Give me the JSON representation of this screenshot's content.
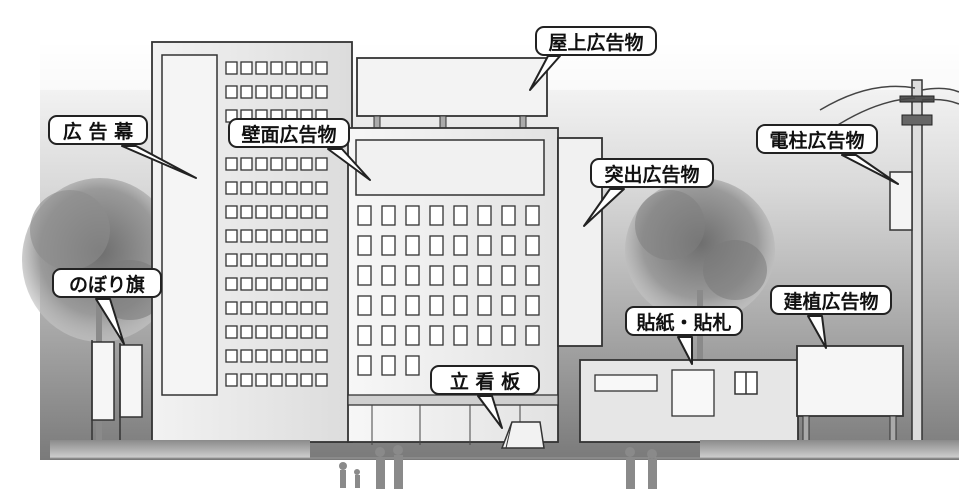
{
  "labels": {
    "okujo": "屋上広告物",
    "kokokumaku": "広 告 幕",
    "hekimen": "壁面広告物",
    "denchu": "電柱広告物",
    "toshutsu": "突出広告物",
    "nobori": "のぼり旗",
    "harigami": "貼紙・貼札",
    "kenshoku": "建植広告物",
    "tatekanban": "立 看 板"
  }
}
